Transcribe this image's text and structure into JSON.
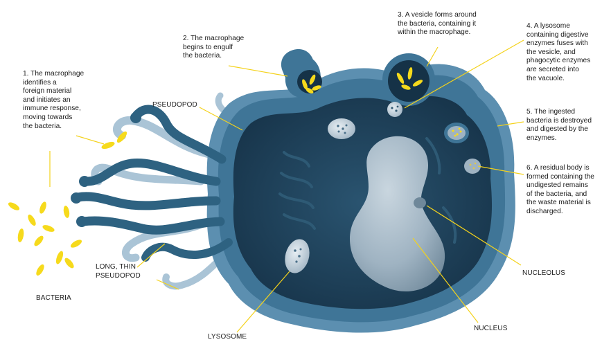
{
  "colors": {
    "leader_line": "#f4d21b",
    "bacteria": "#f6da1c",
    "cell_membrane": "#5c8fb0",
    "cytoplasm": "#1f4258",
    "nucleus": "#9fb3c2",
    "pseudopod_dark": "#2e6281",
    "pseudopod_light": "#aac4d6"
  },
  "steps": [
    {
      "text": "1. The macrophage\nidentifies a\nforeign material\nand initiates an\nimmune response,\nmoving towards\nthe bacteria."
    },
    {
      "text": "2. The macrophage\nbegins to engulf\nthe bacteria."
    },
    {
      "text": "3. A vesicle forms around\nthe bacteria, containing it\nwithin the macrophage."
    },
    {
      "text": "4. A lysosome\ncontaining digestive\nenzymes fuses with\nthe vesicle, and\nphagocytic enzymes\nare secreted into\nthe vacuole."
    },
    {
      "text": "5. The ingested\nbacteria is destroyed\nand digested by the\nenzymes."
    },
    {
      "text": "6. A residual body is\nformed containing the\nundigested remains\nof the bacteria, and\nthe waste material is\ndischarged."
    }
  ],
  "parts": {
    "pseudopod": "PSEUDOPOD",
    "long_thin_pseudopod": "LONG, THIN\nPSEUDOPOD",
    "bacteria": "BACTERIA",
    "lysosome": "LYSOSOME",
    "nucleus": "NUCLEUS",
    "nucleolus": "NUCLEOLUS"
  }
}
